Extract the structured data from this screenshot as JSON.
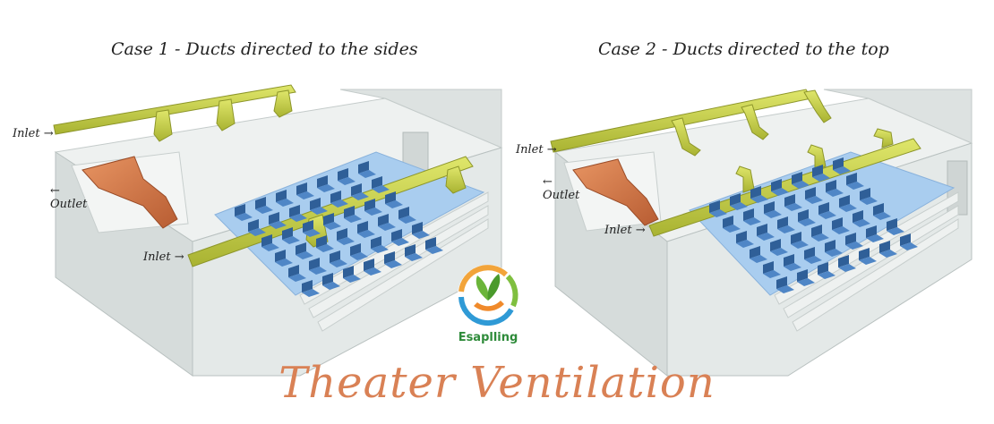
{
  "case1": {
    "title": "Case 1 - Ducts directed to the sides",
    "labels": {
      "inlet_top": "Inlet",
      "outlet": "Outlet",
      "inlet_bottom": "Inlet"
    }
  },
  "case2": {
    "title": "Case 2 - Ducts directed to the top",
    "labels": {
      "inlet_top": "Inlet",
      "outlet": "Outlet",
      "inlet_bottom": "Inlet"
    }
  },
  "logo": {
    "text": "Esaplling"
  },
  "main_title": "Theater Ventilation",
  "colors": {
    "duct": "#c9d24a",
    "duct_dark": "#a4ad2f",
    "outlet": "#d77a4c",
    "seat": "#4f86c6",
    "seat_dark": "#2f5f98",
    "floor": "#9ec4ea",
    "wall": "#e1e6e6",
    "title_orange": "#d98155"
  }
}
